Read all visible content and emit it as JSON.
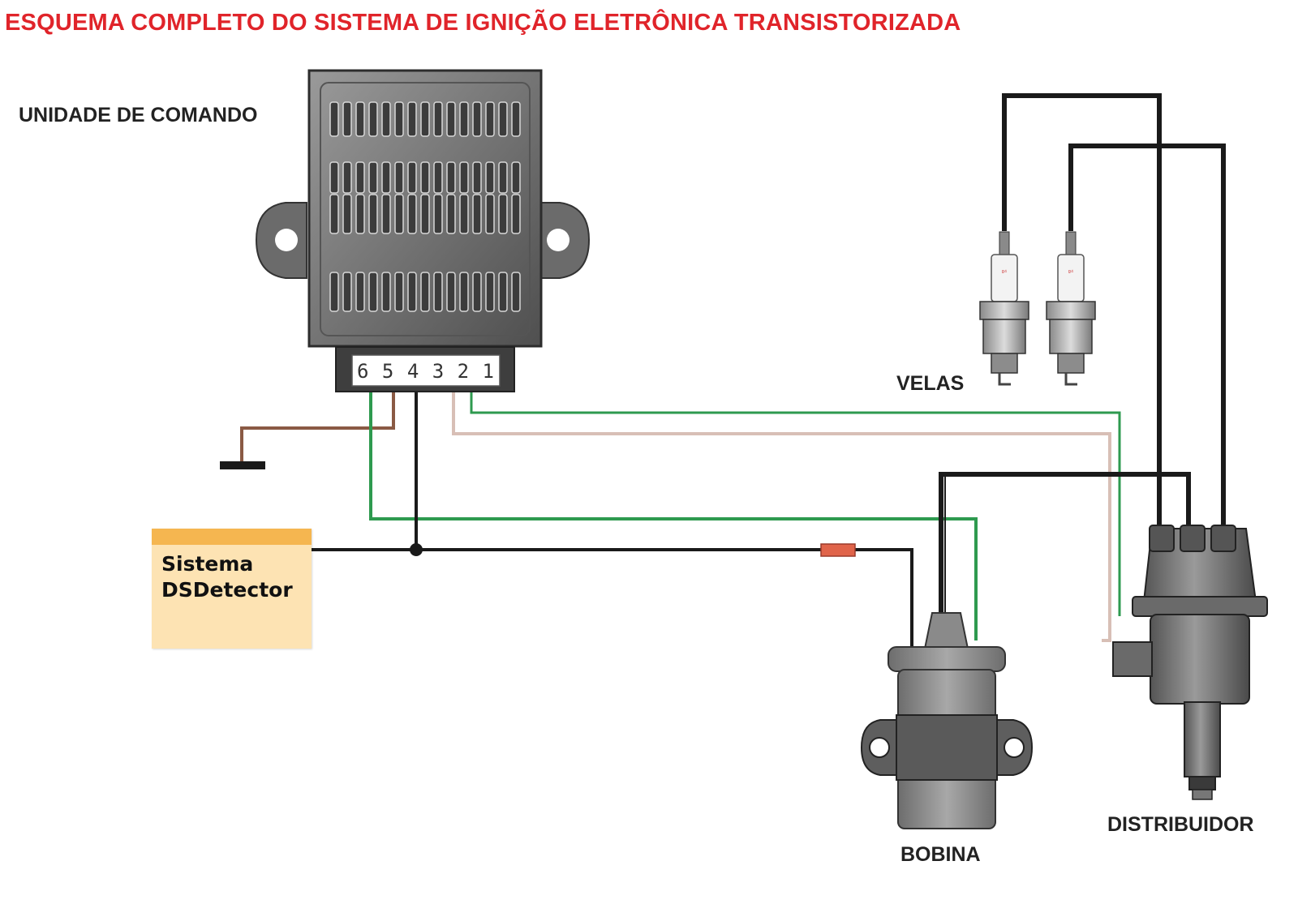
{
  "title": "ESQUEMA COMPLETO DO SISTEMA DE IGNIÇÃO ELETRÔNICA TRANSISTORIZADA",
  "labels": {
    "control_unit": "UNIDADE DE COMANDO",
    "spark_plugs": "VELAS",
    "coil": "BOBINA",
    "distributor": "DISTRIBUIDOR"
  },
  "connector_pins": "6 5 4 3 2 1",
  "detector": {
    "line1": "Sistema",
    "line2": "DSDetector"
  },
  "colors": {
    "title": "#e0242a",
    "wire_black": "#1a1a1a",
    "wire_green": "#2e9a4f",
    "wire_brown": "#8a5a44",
    "wire_pink": "#d8bfb6",
    "resistor": "#e0644a",
    "note_bg": "#fde3b3",
    "note_bar": "#f5b650"
  }
}
